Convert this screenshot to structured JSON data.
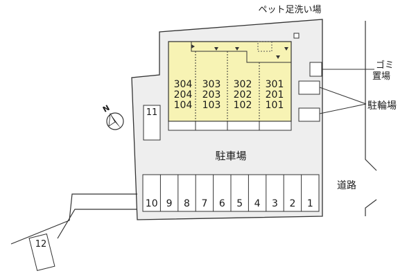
{
  "labels": {
    "pet_footwash": "ペット足洗い場",
    "garbage_line1": "ゴミ",
    "garbage_line2": "置場",
    "bicycle_parking": "駐輪場",
    "parking_lot": "駐車場",
    "road": "道路",
    "compass_north": "N"
  },
  "building": {
    "units": [
      {
        "floor3": "304",
        "floor2": "204",
        "floor1": "104"
      },
      {
        "floor3": "303",
        "floor2": "203",
        "floor1": "103"
      },
      {
        "floor3": "302",
        "floor2": "202",
        "floor1": "102"
      },
      {
        "floor3": "301",
        "floor2": "201",
        "floor1": "101"
      }
    ]
  },
  "parking": {
    "row_spaces": [
      "10",
      "9",
      "8",
      "7",
      "6",
      "5",
      "4",
      "3",
      "2",
      "1"
    ],
    "space_11": "11",
    "space_12": "12"
  },
  "colors": {
    "building_fill": "#f7f3b4",
    "site_fill": "#eeeeee",
    "line": "#333333"
  }
}
